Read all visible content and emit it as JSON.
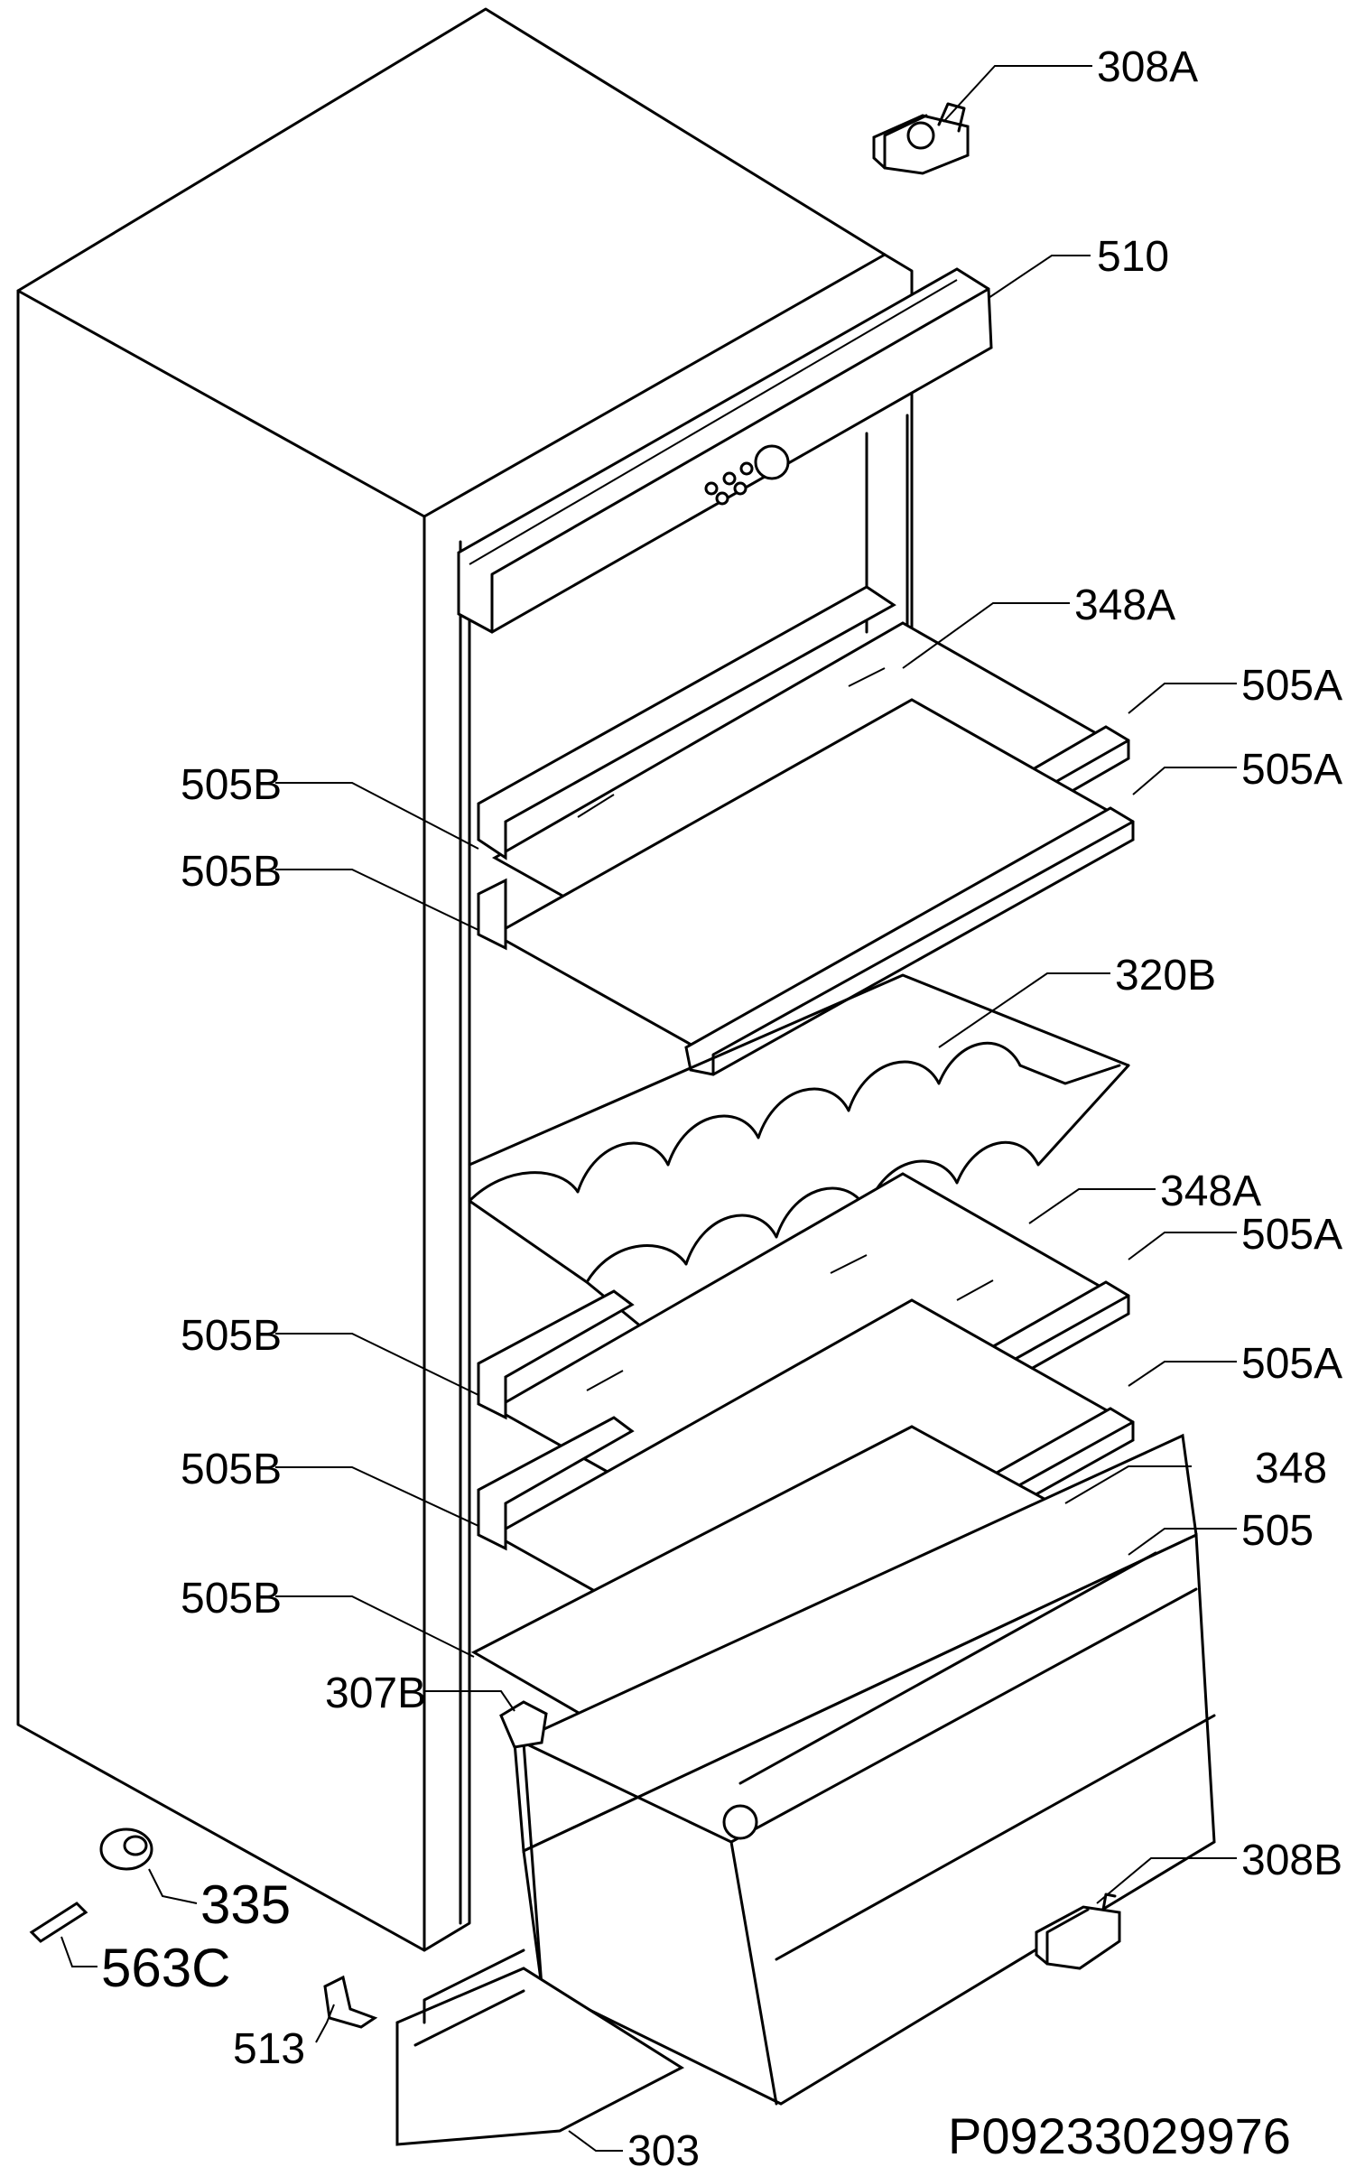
{
  "diagram": {
    "document_number": "P09233029976",
    "parts": [
      {
        "id": "hinge-top",
        "label": "308A"
      },
      {
        "id": "control-panel",
        "label": "510"
      },
      {
        "id": "glass-shelf-1",
        "label": "348A"
      },
      {
        "id": "shelf-trim-front-1",
        "label": "505A"
      },
      {
        "id": "shelf-trim-front-2",
        "label": "505A"
      },
      {
        "id": "shelf-trim-rear-1",
        "label": "505B"
      },
      {
        "id": "shelf-trim-rear-2",
        "label": "505B"
      },
      {
        "id": "bottle-rack",
        "label": "320B"
      },
      {
        "id": "glass-shelf-2",
        "label": "348A"
      },
      {
        "id": "shelf-trim-front-3",
        "label": "505A"
      },
      {
        "id": "shelf-trim-front-4",
        "label": "505A"
      },
      {
        "id": "shelf-trim-rear-3",
        "label": "505B"
      },
      {
        "id": "shelf-trim-rear-4",
        "label": "505B"
      },
      {
        "id": "glass-shelf-3",
        "label": "348"
      },
      {
        "id": "crisper-trim",
        "label": "505"
      },
      {
        "id": "shelf-trim-rear-5",
        "label": "505B"
      },
      {
        "id": "crisper-bracket",
        "label": "307B"
      },
      {
        "id": "hinge-bottom",
        "label": "308B"
      },
      {
        "id": "foot",
        "label": "335"
      },
      {
        "id": "pin",
        "label": "563C"
      },
      {
        "id": "clip",
        "label": "513"
      },
      {
        "id": "plinth",
        "label": "303"
      }
    ]
  }
}
